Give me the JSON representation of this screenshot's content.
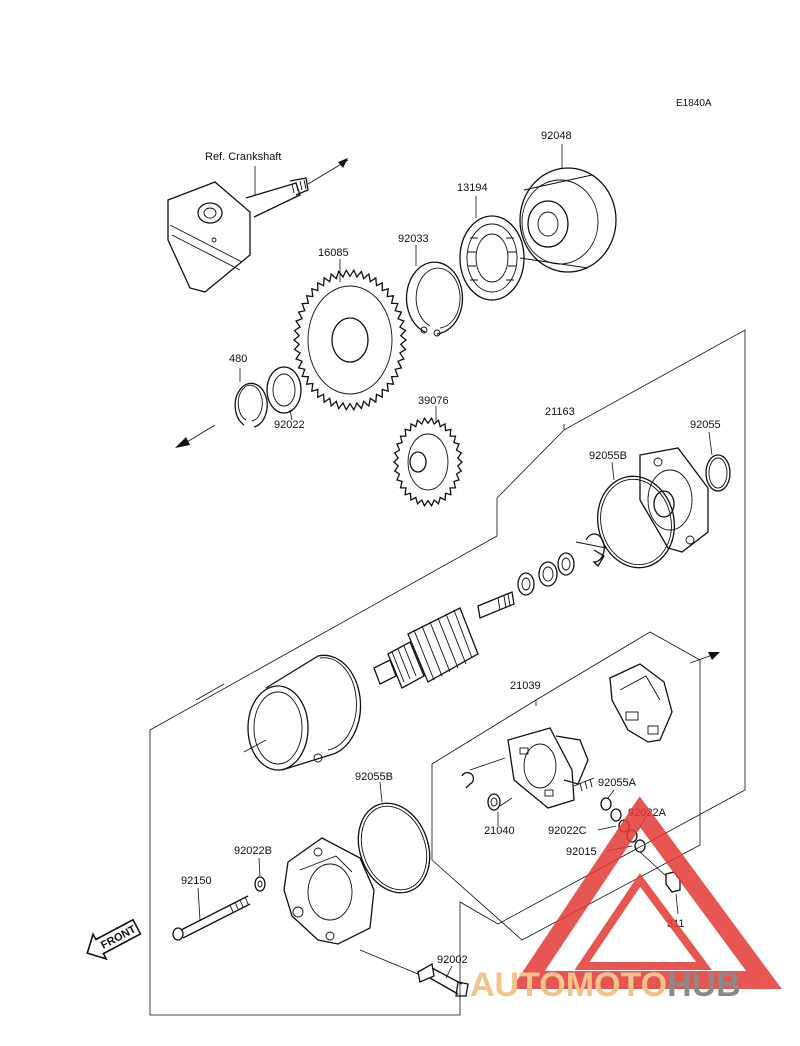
{
  "diagram": {
    "code": "E1840A",
    "ref_label": "Ref. Crankshaft",
    "front_label": "FRONT",
    "parts": [
      {
        "id": "p-92048",
        "label": "92048"
      },
      {
        "id": "p-13194",
        "label": "13194"
      },
      {
        "id": "p-92033",
        "label": "92033"
      },
      {
        "id": "p-16085",
        "label": "16085"
      },
      {
        "id": "p-480",
        "label": "480"
      },
      {
        "id": "p-92022",
        "label": "92022"
      },
      {
        "id": "p-39076",
        "label": "39076"
      },
      {
        "id": "p-21163",
        "label": "21163"
      },
      {
        "id": "p-92055",
        "label": "92055"
      },
      {
        "id": "p-92055B-top",
        "label": "92055B"
      },
      {
        "id": "p-21039",
        "label": "21039"
      },
      {
        "id": "p-92055A",
        "label": "92055A"
      },
      {
        "id": "p-92022A",
        "label": "92022A"
      },
      {
        "id": "p-92022C",
        "label": "92022C"
      },
      {
        "id": "p-92015",
        "label": "92015"
      },
      {
        "id": "p-21040",
        "label": "21040"
      },
      {
        "id": "p-92055B-bottom",
        "label": "92055B"
      },
      {
        "id": "p-92022B",
        "label": "92022B"
      },
      {
        "id": "p-92150",
        "label": "92150"
      },
      {
        "id": "p-92002",
        "label": "92002"
      },
      {
        "id": "p-311",
        "label": "311"
      }
    ]
  },
  "watermark": {
    "part_a": "AUTOMOTO",
    "part_b": "HUB",
    "color_a": "#f2c38a",
    "color_b": "#8a8a8a",
    "triangle_color": "#e53935"
  }
}
